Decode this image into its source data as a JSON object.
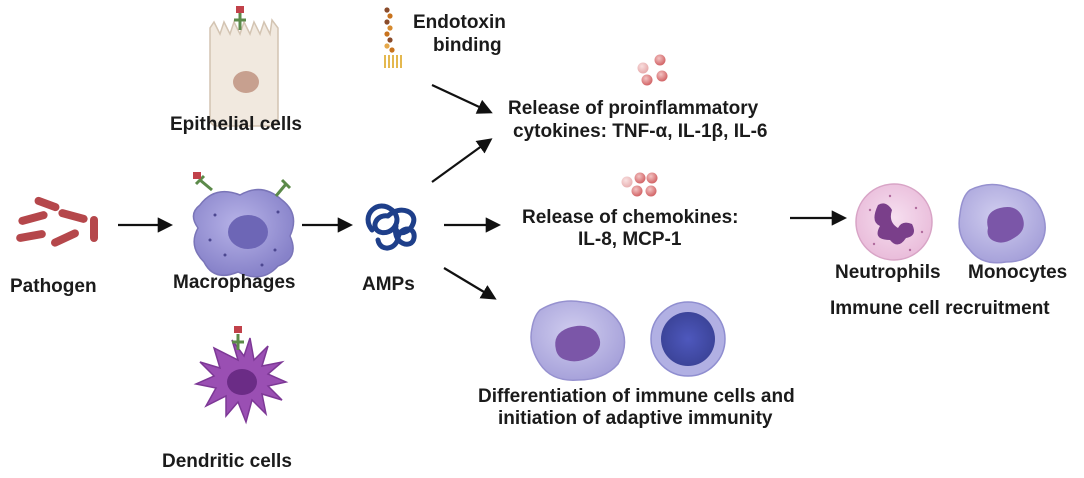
{
  "labels": {
    "epithelial": "Epithelial cells",
    "endotoxin_line1": "Endotoxin",
    "endotoxin_line2": "binding",
    "cytokines_line1": "Release of  proinflammatory",
    "cytokines_line2": "cytokines: TNF-α, IL-1β, IL-6",
    "pathogen": "Pathogen",
    "macrophages": "Macrophages",
    "amps": "AMPs",
    "chemokines_line1": "Release of  chemokines:",
    "chemokines_line2": "IL-8, MCP-1",
    "neutrophils": "Neutrophils",
    "monocytes": "Monocytes",
    "recruitment": "Immune cell recruitment",
    "dendritic": "Dendritic cells",
    "differentiation_line1": "Differentiation of immune cells and",
    "differentiation_line2": "initiation of adaptive immunity"
  },
  "colors": {
    "bacteria": "#b5474b",
    "macrophage": "#9d98d8",
    "dendritic": "#9a4fb3",
    "epithelial": "#f1e9df",
    "amp": "#1e3f8a",
    "cytokine": "#e0888a",
    "neutrophil": "#f2cfe6",
    "monocyte": "#b5b1e0",
    "lymphocyte": "#4b55b5",
    "arrow": "#111111",
    "receptor": "#5c8a4a"
  }
}
